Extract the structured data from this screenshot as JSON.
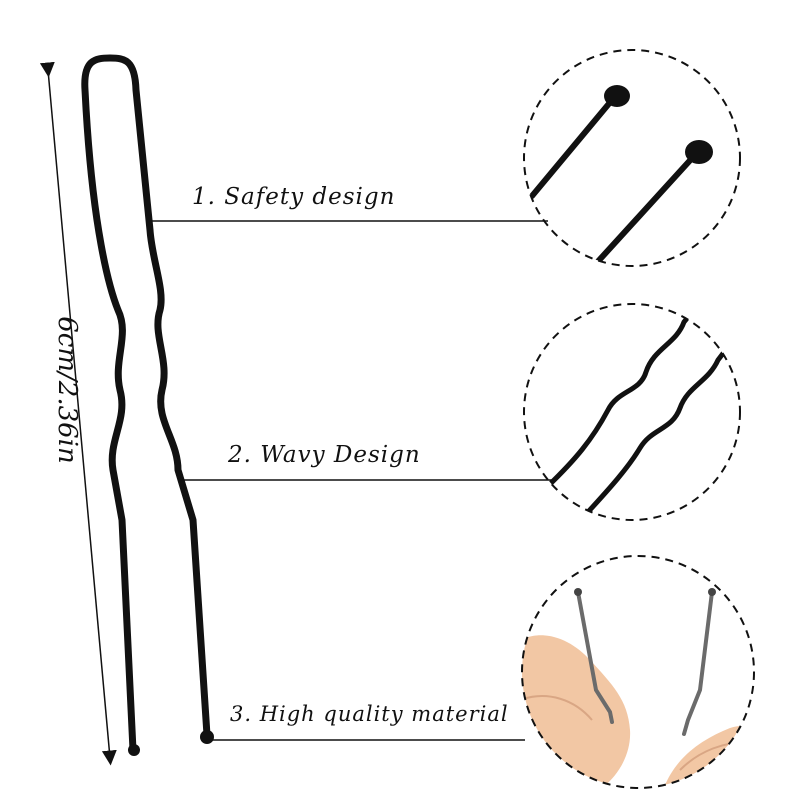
{
  "dimension": {
    "label": "6cm/2.36in"
  },
  "features": [
    {
      "label": "1. Safety design"
    },
    {
      "label": "2. Wavy Design"
    },
    {
      "label": "3. High quality material"
    }
  ],
  "colors": {
    "pin": "#111111",
    "callout_line": "#111111",
    "circle_border": "#111111",
    "skin": "#f2c7a4",
    "metal": "#6b6b6b"
  }
}
